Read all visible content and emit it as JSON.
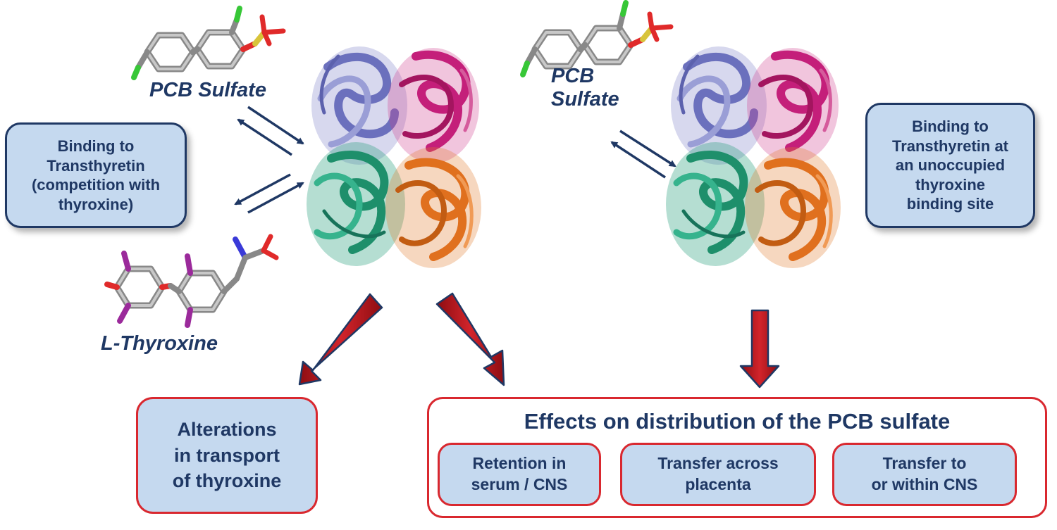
{
  "labels": {
    "pcb_left": "PCB Sulfate",
    "pcb_right": "PCB\nSulfate",
    "thyroxine": "L-Thyroxine"
  },
  "boxes": {
    "binding_competition": "Binding to\nTransthyretin\n(competition with\nthyroxine)",
    "binding_unoccupied": "Binding to\nTransthyretin at\nan unoccupied\nthyroxine\nbinding site",
    "alterations": "Alterations\nin transport\nof thyroxine"
  },
  "effects": {
    "title": "Effects on distribution of the PCB sulfate",
    "items": [
      "Retention in\nserum / CNS",
      "Transfer across\nplacenta",
      "Transfer to\nor within CNS"
    ]
  },
  "colors": {
    "navy": "#1f3864",
    "box_fill": "#c5d9ef",
    "red_border": "#d9282f",
    "arrow_red": "#b5141b",
    "subunit_a": "#7b7fc4",
    "subunit_b": "#c41f7a",
    "subunit_c": "#2a9a77",
    "subunit_d": "#e0701e",
    "carbon": "#9a9a9a",
    "chlorine": "#37c737",
    "sulfur": "#d8c43a",
    "oxygen": "#e02a2a",
    "iodine": "#9b2a9b",
    "nitrogen": "#3a3ad8"
  }
}
